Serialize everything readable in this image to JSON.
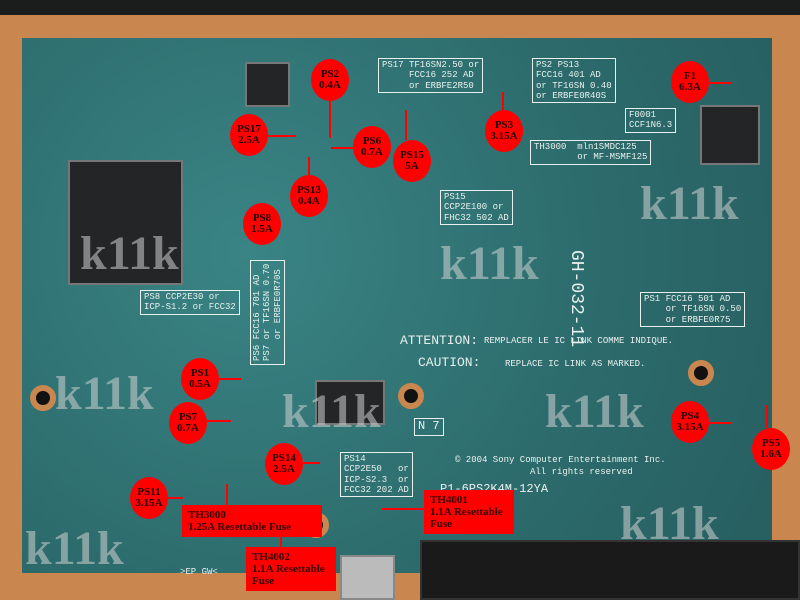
{
  "watermark": "k11k",
  "silkscreen": {
    "attention": "ATTENTION:",
    "attention_text": "REMPLACER LE IC LINK COMME INDIQUE.",
    "caution": "CAUTION:",
    "caution_text": "REPLACE IC LINK AS MARKED.",
    "board_id": "GH-032-11",
    "copyright": "© 2004 Sony Computer Entertainment Inc.",
    "rights": "All rights reserved",
    "part_no": "P1-6PS2K4M-12YA",
    "n7": "N 7",
    "ep_gw": ">EP GW<",
    "ps17_box": "PS17 TF16SN2.50 or\n     FCC16 252 AD\n     or ERBFE2R50",
    "ps15_box": "PS15\nCCP2E100 or\nFHC32 502 AD",
    "ps2_box": "PS2 PS13\nFCC16 401 AD\nor TF16SN 0.40\nor ERBFE0R40S",
    "th3000_box": "TH3000  mln1SMDC125\n        or MF-MSMF125",
    "f0001": "F0001\nCCF1N6.3",
    "ps8_box": "PS8 CCP2E30 or\nICP-S1.2 or FCC32",
    "ps1_box": "PS1 FCC16 501 AD\n    or TF16SN 0.50\n    or ERBFE0R75",
    "ps14_box": "PS14\nCCP2E50   or\nICP-S2.3  or\nFCC32 202 AD",
    "ps6_box": "PS6 FCC16 701 AD\nPS7 or TF16SN 0.70\n    or ERBFE0R70S"
  },
  "fuse_labels": [
    {
      "id": "PS2",
      "rating": "0.4A"
    },
    {
      "id": "PS17",
      "rating": "2.5A"
    },
    {
      "id": "PS6",
      "rating": "0.7A"
    },
    {
      "id": "PS13",
      "rating": "0.4A"
    },
    {
      "id": "PS15",
      "rating": "5A"
    },
    {
      "id": "PS3",
      "rating": "3.15A"
    },
    {
      "id": "PS8",
      "rating": "1.5A"
    },
    {
      "id": "F1",
      "rating": "6.3A"
    },
    {
      "id": "PS1",
      "rating": "0.5A"
    },
    {
      "id": "PS7",
      "rating": "0.7A"
    },
    {
      "id": "PS14",
      "rating": "2.5A"
    },
    {
      "id": "PS11",
      "rating": "3.15A"
    },
    {
      "id": "PS4",
      "rating": "3.15A"
    },
    {
      "id": "PS5",
      "rating": "1.6A"
    }
  ],
  "resettable": [
    {
      "id": "TH3000",
      "desc": "1.25A Resettable Fuse"
    },
    {
      "id": "TH4002",
      "desc": "1.1A Resettable Fuse"
    },
    {
      "id": "TH4001",
      "desc": "1.1A Resettable Fuse"
    }
  ],
  "colors": {
    "annotation": "#ff0000",
    "pcb": "#2f7273",
    "copper": "#c9874f"
  }
}
